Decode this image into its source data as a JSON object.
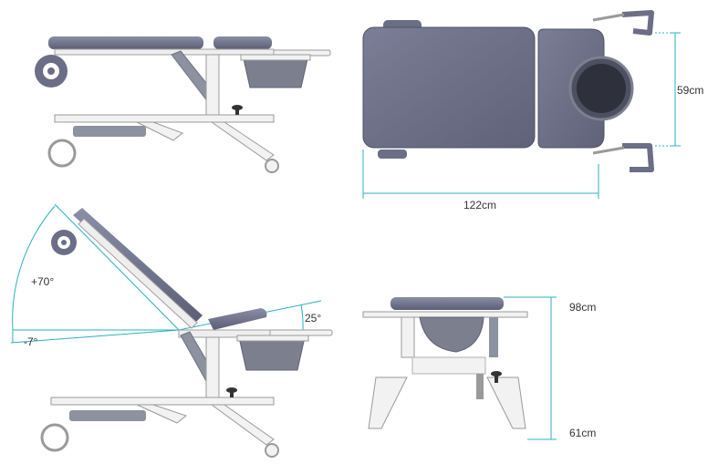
{
  "dimensions": {
    "length": "122cm",
    "width": "59cm",
    "height_max": "98cm",
    "height_min": "61cm"
  },
  "angles": {
    "backrest_up": "+70°",
    "backrest_down": "-7°",
    "leg_section": "25°"
  },
  "colors": {
    "upholstery": "#6b6e86",
    "upholstery_edge": "#8a8ea6",
    "frame": "#f2f2f2",
    "frame_stroke": "#9a9a9a",
    "dimension_line": "#2ab0c4",
    "actuator": "#8d92a0",
    "basin": "#7c7f8e"
  },
  "icons": {
    "head_wheel": "wheel-icon",
    "knob": "adjust-knob-icon",
    "handle": "handle-bar-icon"
  }
}
